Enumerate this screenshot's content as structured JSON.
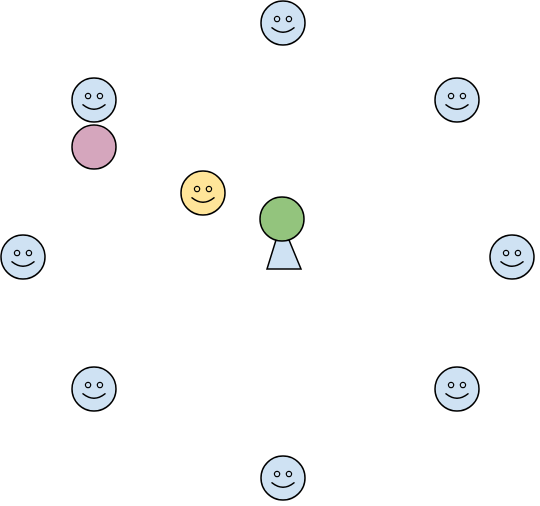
{
  "colors": {
    "background": "#ffffff",
    "stroke": "#000000",
    "face_blue": "#cfe2f3",
    "face_yellow": "#ffe599",
    "circle_pink": "#d5a6bd",
    "circle_green": "#93c47d",
    "trapezoid_blue": "#cfe2f3"
  },
  "shapes": {
    "smiley_faces": [
      {
        "name": "smiley-face-top",
        "color": "face_blue",
        "icon": "smiley-icon"
      },
      {
        "name": "smiley-face-upper-left",
        "color": "face_blue",
        "icon": "smiley-icon"
      },
      {
        "name": "smiley-face-upper-right",
        "color": "face_blue",
        "icon": "smiley-icon"
      },
      {
        "name": "smiley-face-left",
        "color": "face_blue",
        "icon": "smiley-icon"
      },
      {
        "name": "smiley-face-right",
        "color": "face_blue",
        "icon": "smiley-icon"
      },
      {
        "name": "smiley-face-lower-left",
        "color": "face_blue",
        "icon": "smiley-icon"
      },
      {
        "name": "smiley-face-lower-right",
        "color": "face_blue",
        "icon": "smiley-icon"
      },
      {
        "name": "smiley-face-bottom",
        "color": "face_blue",
        "icon": "smiley-icon"
      },
      {
        "name": "smiley-face-yellow",
        "color": "face_yellow",
        "icon": "smiley-icon"
      }
    ],
    "plain_circles": [
      {
        "name": "pink-circle",
        "color": "circle_pink"
      }
    ],
    "person_figure": {
      "name": "person-figure",
      "head_color": "circle_green",
      "body_color": "trapezoid_blue"
    }
  }
}
